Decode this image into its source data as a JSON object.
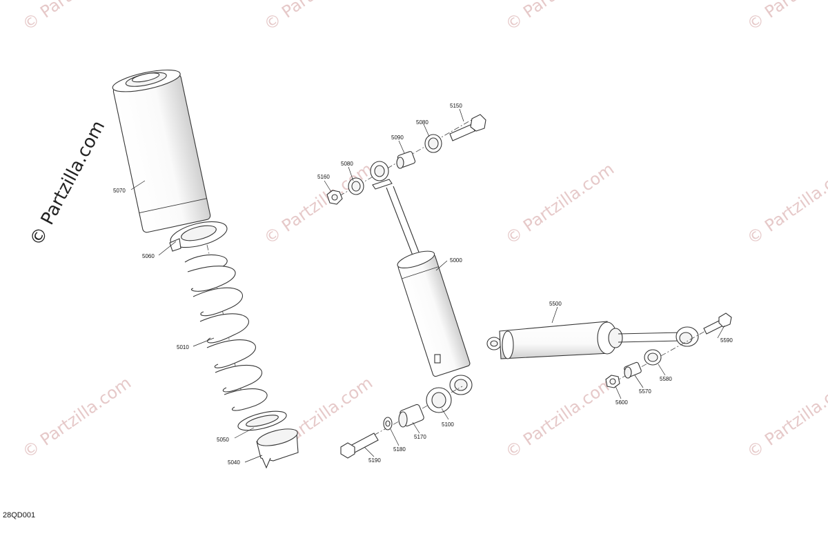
{
  "diagram": {
    "code": "28QD001",
    "watermark": "© Partzilla.com",
    "side_watermark": "© Partzilla.com",
    "callouts": [
      {
        "id": "c5070",
        "text": "5070"
      },
      {
        "id": "c5060",
        "text": "5060"
      },
      {
        "id": "c5010",
        "text": "5010"
      },
      {
        "id": "c5050",
        "text": "5050"
      },
      {
        "id": "c5040",
        "text": "5040"
      },
      {
        "id": "c5160",
        "text": "5160"
      },
      {
        "id": "c5080a",
        "text": "5080"
      },
      {
        "id": "c5090",
        "text": "5090"
      },
      {
        "id": "c5080b",
        "text": "5080"
      },
      {
        "id": "c5150",
        "text": "5150"
      },
      {
        "id": "c5000",
        "text": "5000"
      },
      {
        "id": "c5100",
        "text": "5100"
      },
      {
        "id": "c5170",
        "text": "5170"
      },
      {
        "id": "c5180",
        "text": "5180"
      },
      {
        "id": "c5190",
        "text": "5190"
      },
      {
        "id": "c5500",
        "text": "5500"
      },
      {
        "id": "c5590",
        "text": "5590"
      },
      {
        "id": "c5580",
        "text": "5580"
      },
      {
        "id": "c5570",
        "text": "5570"
      },
      {
        "id": "c5600",
        "text": "5600"
      }
    ]
  }
}
